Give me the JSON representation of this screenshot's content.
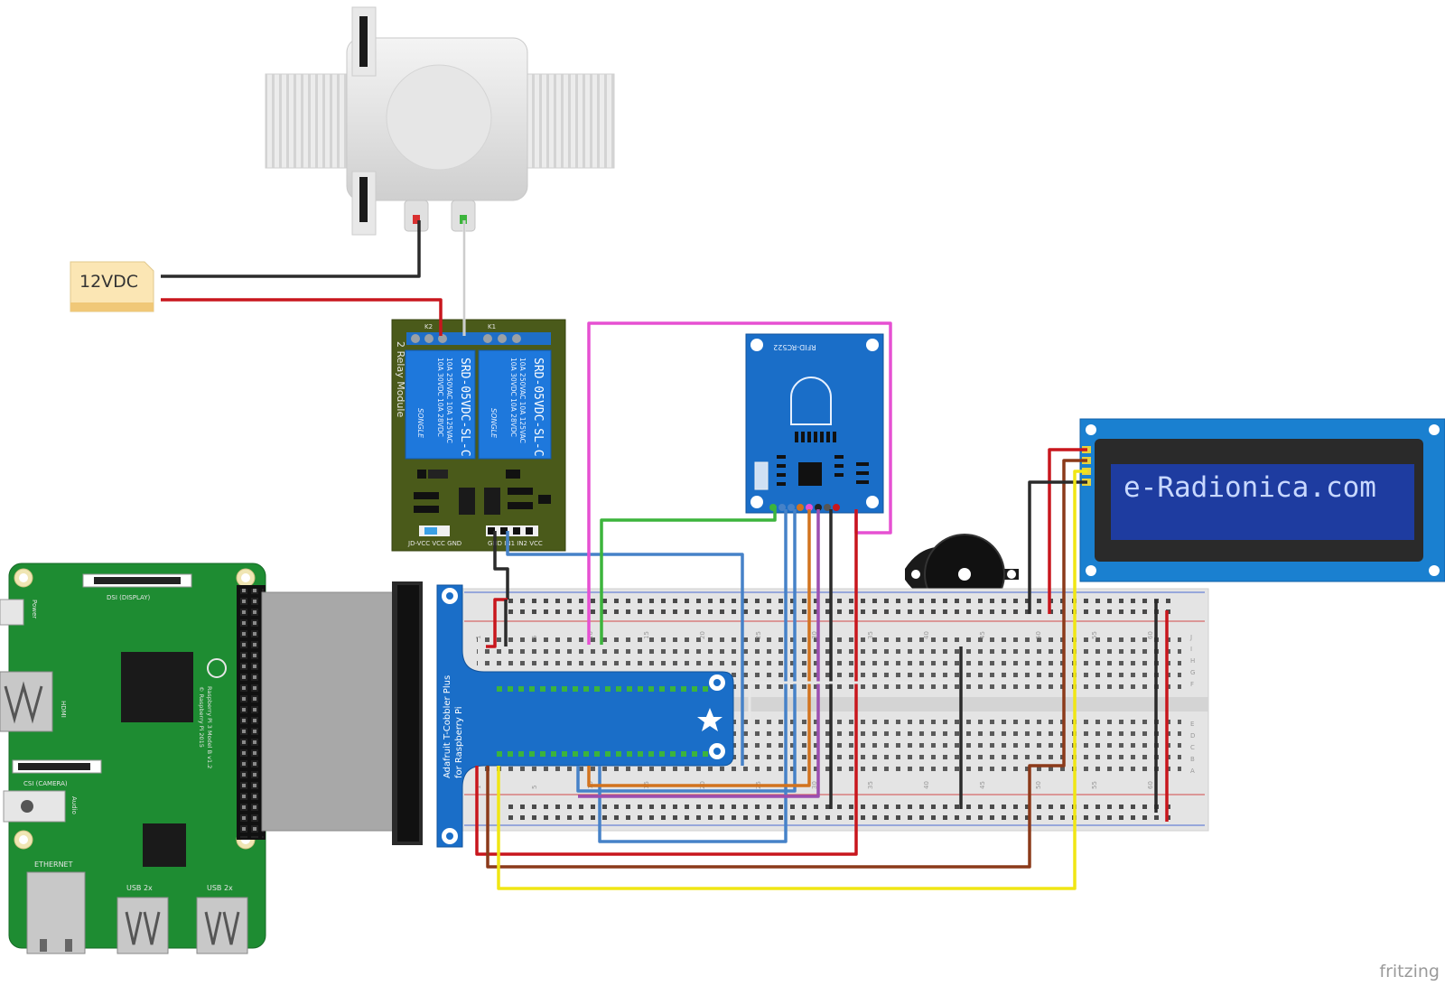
{
  "power_label": "12VDC",
  "relay": {
    "title": "2 Relay Module",
    "relay_part": "SRD-05VDC-SL-C",
    "brand": "SONGLE",
    "rating_1": "10A 250VAC 10A 125VAC",
    "rating_2": "10A 30VDC 10A 28VDC",
    "header_left": "JD-VCC VCC GND",
    "header_right": "GND IN1 IN2 VCC",
    "k1": "K1",
    "k2": "K2"
  },
  "rfid": {
    "label": "RFID-RC522"
  },
  "lcd": {
    "text": "e-Radionica.com"
  },
  "pi": {
    "model": "Raspberry Pi 3 Model B v1.2",
    "copyright": "© Raspberry Pi 2015",
    "dsi": "DSI (DISPLAY)",
    "csi": "CSI (CAMERA)",
    "hdmi": "HDMI",
    "audio": "Audio",
    "power": "Power",
    "ethernet": "ETHERNET",
    "usb_1": "USB 2x",
    "usb_2": "USB 2x"
  },
  "cobbler": {
    "title_1": "Adafruit T-Cobbler Plus",
    "title_2": "for Raspberry Pi"
  },
  "breadboard": {
    "col_labels": [
      "1",
      "5",
      "10",
      "15",
      "20",
      "25",
      "30",
      "35",
      "40",
      "45",
      "50",
      "55",
      "60"
    ],
    "row_labels_top": [
      "J",
      "I",
      "H",
      "G",
      "F"
    ],
    "row_labels_bottom": [
      "E",
      "D",
      "C",
      "B",
      "A"
    ]
  },
  "watermark": "fritzing",
  "colors": {
    "wire_red": "#c8161d",
    "wire_black": "#2b2b2b",
    "wire_green": "#3cb43c",
    "wire_blue": "#4682c8",
    "wire_orange": "#d2731e",
    "wire_magenta": "#e650d2",
    "wire_brown": "#8b3a1a",
    "wire_yellow": "#f0e614",
    "wire_purple": "#9b4fb0",
    "wire_white": "#e6e6e6",
    "pcb_green": "#1e8c32",
    "relay_board": "#4a5a1a",
    "module_blue": "#1a6ec8",
    "lcd_screen": "#1e3ca0"
  }
}
